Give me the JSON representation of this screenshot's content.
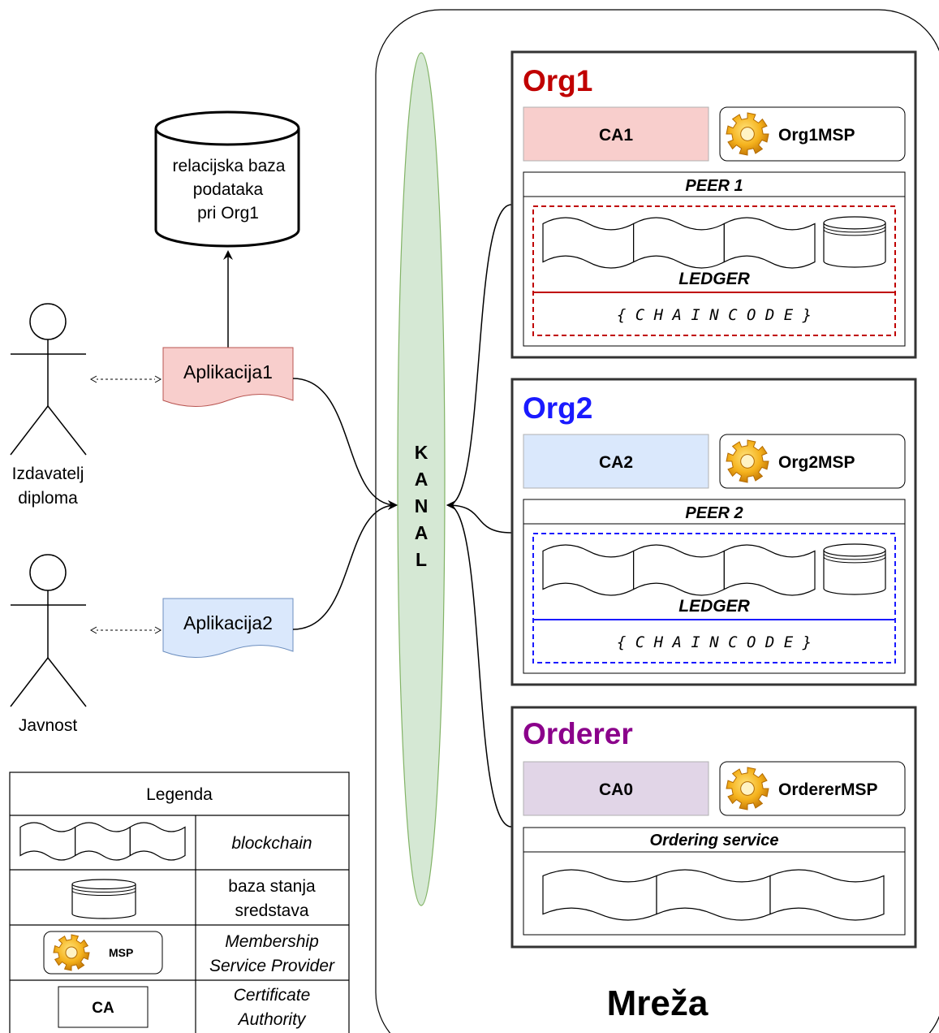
{
  "network": {
    "title": "Mreža"
  },
  "channel": {
    "letters": [
      "K",
      "A",
      "N",
      "A",
      "L"
    ]
  },
  "database": {
    "lines": [
      "relacijska baza",
      "podataka",
      "pri Org1"
    ]
  },
  "actors": [
    {
      "lines": [
        "Izdavatelj",
        "diploma"
      ]
    },
    {
      "lines": [
        "Javnost"
      ]
    }
  ],
  "apps": [
    {
      "label": "Aplikacija1",
      "color": "#f8cecc"
    },
    {
      "label": "Aplikacija2",
      "color": "#dae8fc"
    }
  ],
  "orgs": [
    {
      "name": "Org1",
      "name_color": "#c00000",
      "ca": "CA1",
      "ca_color": "#f8cecc",
      "msp": "Org1MSP",
      "peer": "PEER 1",
      "ledger": "LEDGER",
      "chaincode": "{ C H A I N C O D E }",
      "dash_color": "#c00000"
    },
    {
      "name": "Org2",
      "name_color": "#1a1aff",
      "ca": "CA2",
      "ca_color": "#dae8fc",
      "msp": "Org2MSP",
      "peer": "PEER 2",
      "ledger": "LEDGER",
      "chaincode": "{ C H A I N C O D E }",
      "dash_color": "#1a1aff"
    }
  ],
  "orderer": {
    "name": "Orderer",
    "name_color": "#8b008b",
    "ca": "CA0",
    "ca_color": "#e1d5e7",
    "msp": "OrdererMSP",
    "service": "Ordering service"
  },
  "legend": {
    "title": "Legenda",
    "rows": [
      {
        "lines": [
          "blockchain"
        ],
        "italic": true
      },
      {
        "lines": [
          "baza stanja",
          "sredstava"
        ],
        "italic": false
      },
      {
        "lines": [
          "Membership",
          "Service Provider"
        ],
        "italic": true,
        "icon_label": "MSP"
      },
      {
        "lines": [
          "Certificate",
          "Authority"
        ],
        "italic": true,
        "icon_label": "CA"
      }
    ]
  },
  "icons": {
    "msp": "gear-icon",
    "database": "cylinder-icon",
    "blockchain": "wave-block-icon",
    "actor": "stick-figure-icon"
  }
}
